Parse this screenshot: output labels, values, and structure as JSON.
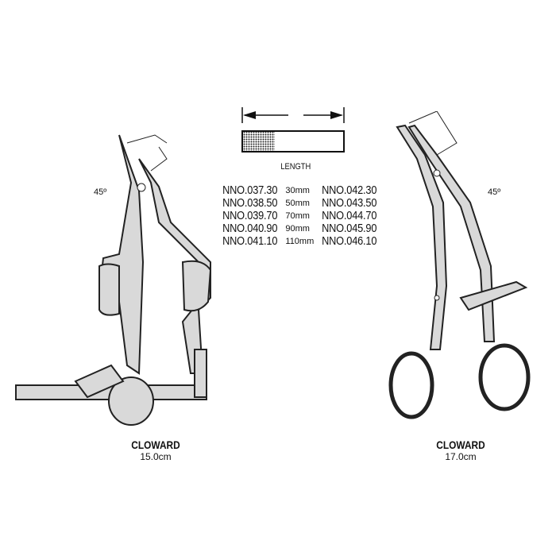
{
  "left_instrument": {
    "angle": "45º",
    "name": "CLOWARD",
    "size": "15.0cm"
  },
  "right_instrument": {
    "angle": "45º",
    "name": "CLOWARD",
    "size": "17.0cm"
  },
  "length_diagram": {
    "label": "LENGTH"
  },
  "codes": [
    {
      "left": "NNO.037.30",
      "length": "30mm",
      "right": "NNO.042.30"
    },
    {
      "left": "NNO.038.50",
      "length": "50mm",
      "right": "NNO.043.50"
    },
    {
      "left": "NNO.039.70",
      "length": "70mm",
      "right": "NNO.044.70"
    },
    {
      "left": "NNO.040.90",
      "length": "90mm",
      "right": "NNO.045.90"
    },
    {
      "left": "NNO.041.10",
      "length": "110mm",
      "right": "NNO.046.10"
    }
  ]
}
